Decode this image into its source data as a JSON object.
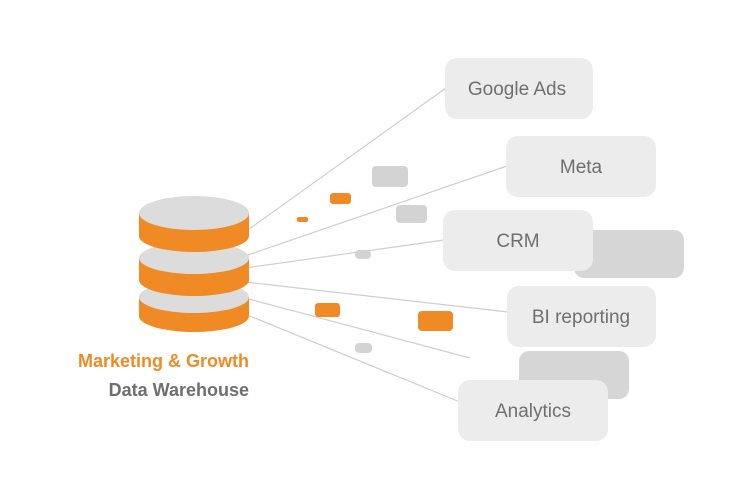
{
  "diagram": {
    "caption": {
      "line1": "Marketing & Growth",
      "line2": "Data Warehouse"
    },
    "destinations": [
      {
        "label": "Google Ads"
      },
      {
        "label": "Meta"
      },
      {
        "label": "CRM"
      },
      {
        "label": "BI reporting"
      },
      {
        "label": "Analytics"
      }
    ]
  },
  "colors": {
    "accent": "#f08a24",
    "disk_top": "#dcdcdc",
    "card": "#ececec",
    "card_dark": "#d6d6d6",
    "packet_gray": "#d3d3d3",
    "line": "#cfcfcf",
    "label": "#6f6f6f",
    "caption_secondary": "#6f6f6f"
  }
}
